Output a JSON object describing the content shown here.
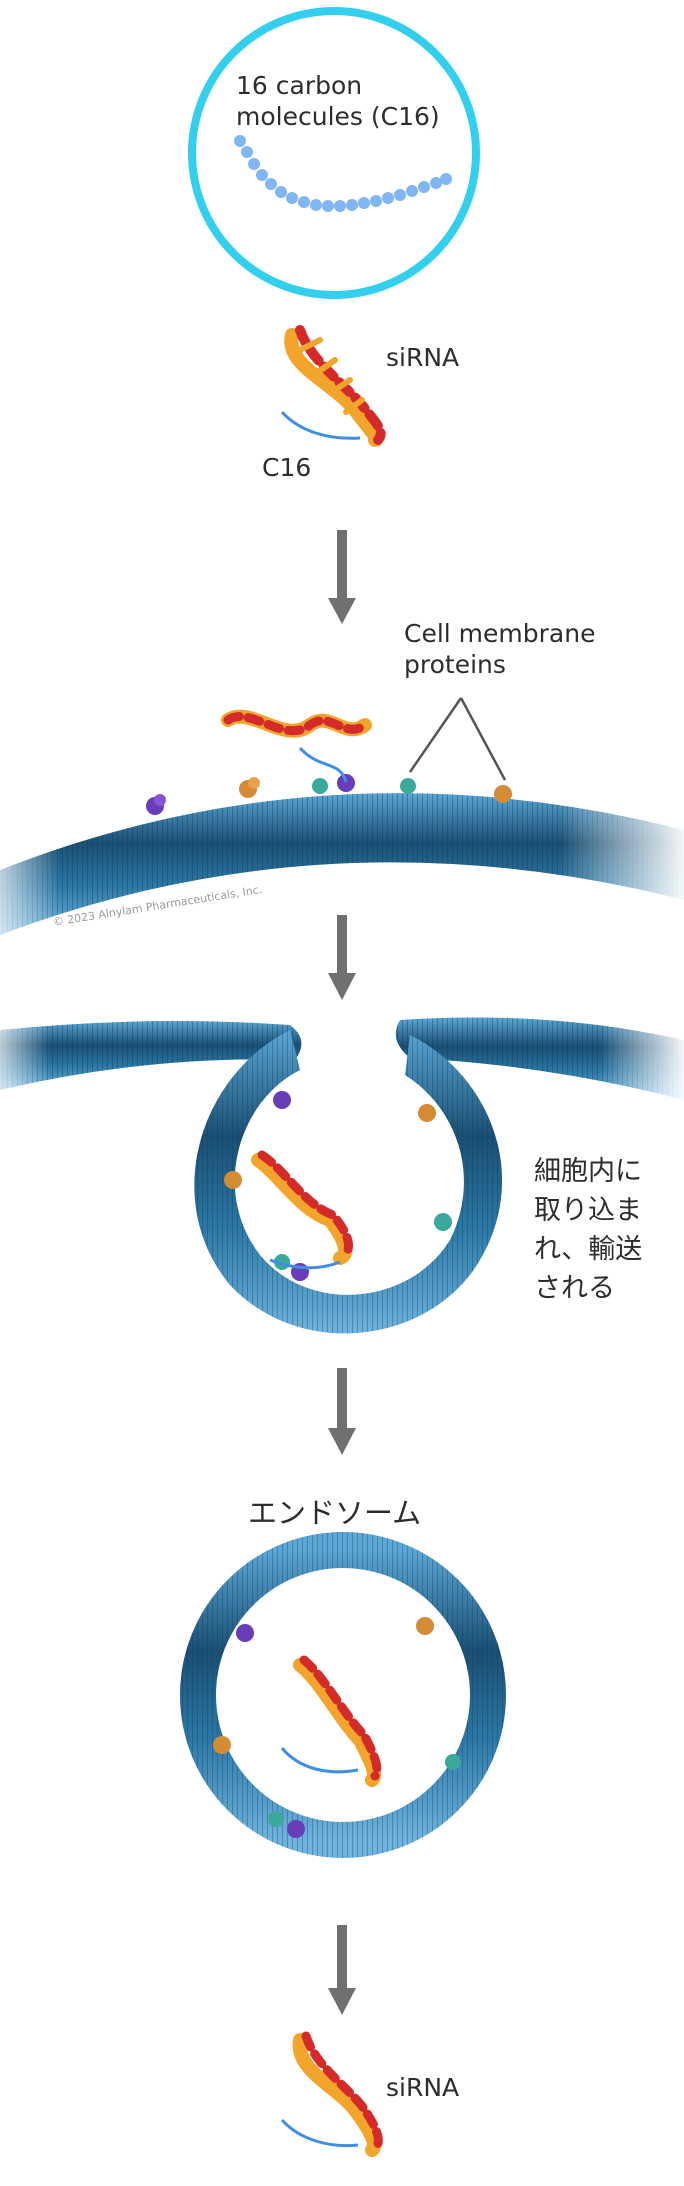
{
  "labels": {
    "c16_molecules_line1": "16 carbon",
    "c16_molecules_line2": "molecules (C16)",
    "sirna_top": "siRNA",
    "c16": "C16",
    "cell_membrane_line1": "Cell membrane",
    "cell_membrane_line2": "proteins",
    "copyright": "© 2023 Alnylam Pharmaceuticals, Inc.",
    "internalized_line1": "細胞内に",
    "internalized_line2": "取り込ま",
    "internalized_line3": "れ、輸送",
    "internalized_line4": "される",
    "endosome": "エンドソーム",
    "sirna_bottom": "siRNA"
  },
  "colors": {
    "circle_outline": "#32d0ee",
    "c16_chain": "#7fb6f3",
    "rna_red": "#d42a2a",
    "rna_orange": "#f2a52a",
    "membrane_dark": "#1a4f73",
    "membrane_mid": "#2b78a6",
    "membrane_light": "#5ba7d6",
    "arrow": "#707070",
    "protein_purple": "#6a3db8",
    "protein_orange": "#d38c33",
    "protein_teal": "#3aa89a"
  }
}
